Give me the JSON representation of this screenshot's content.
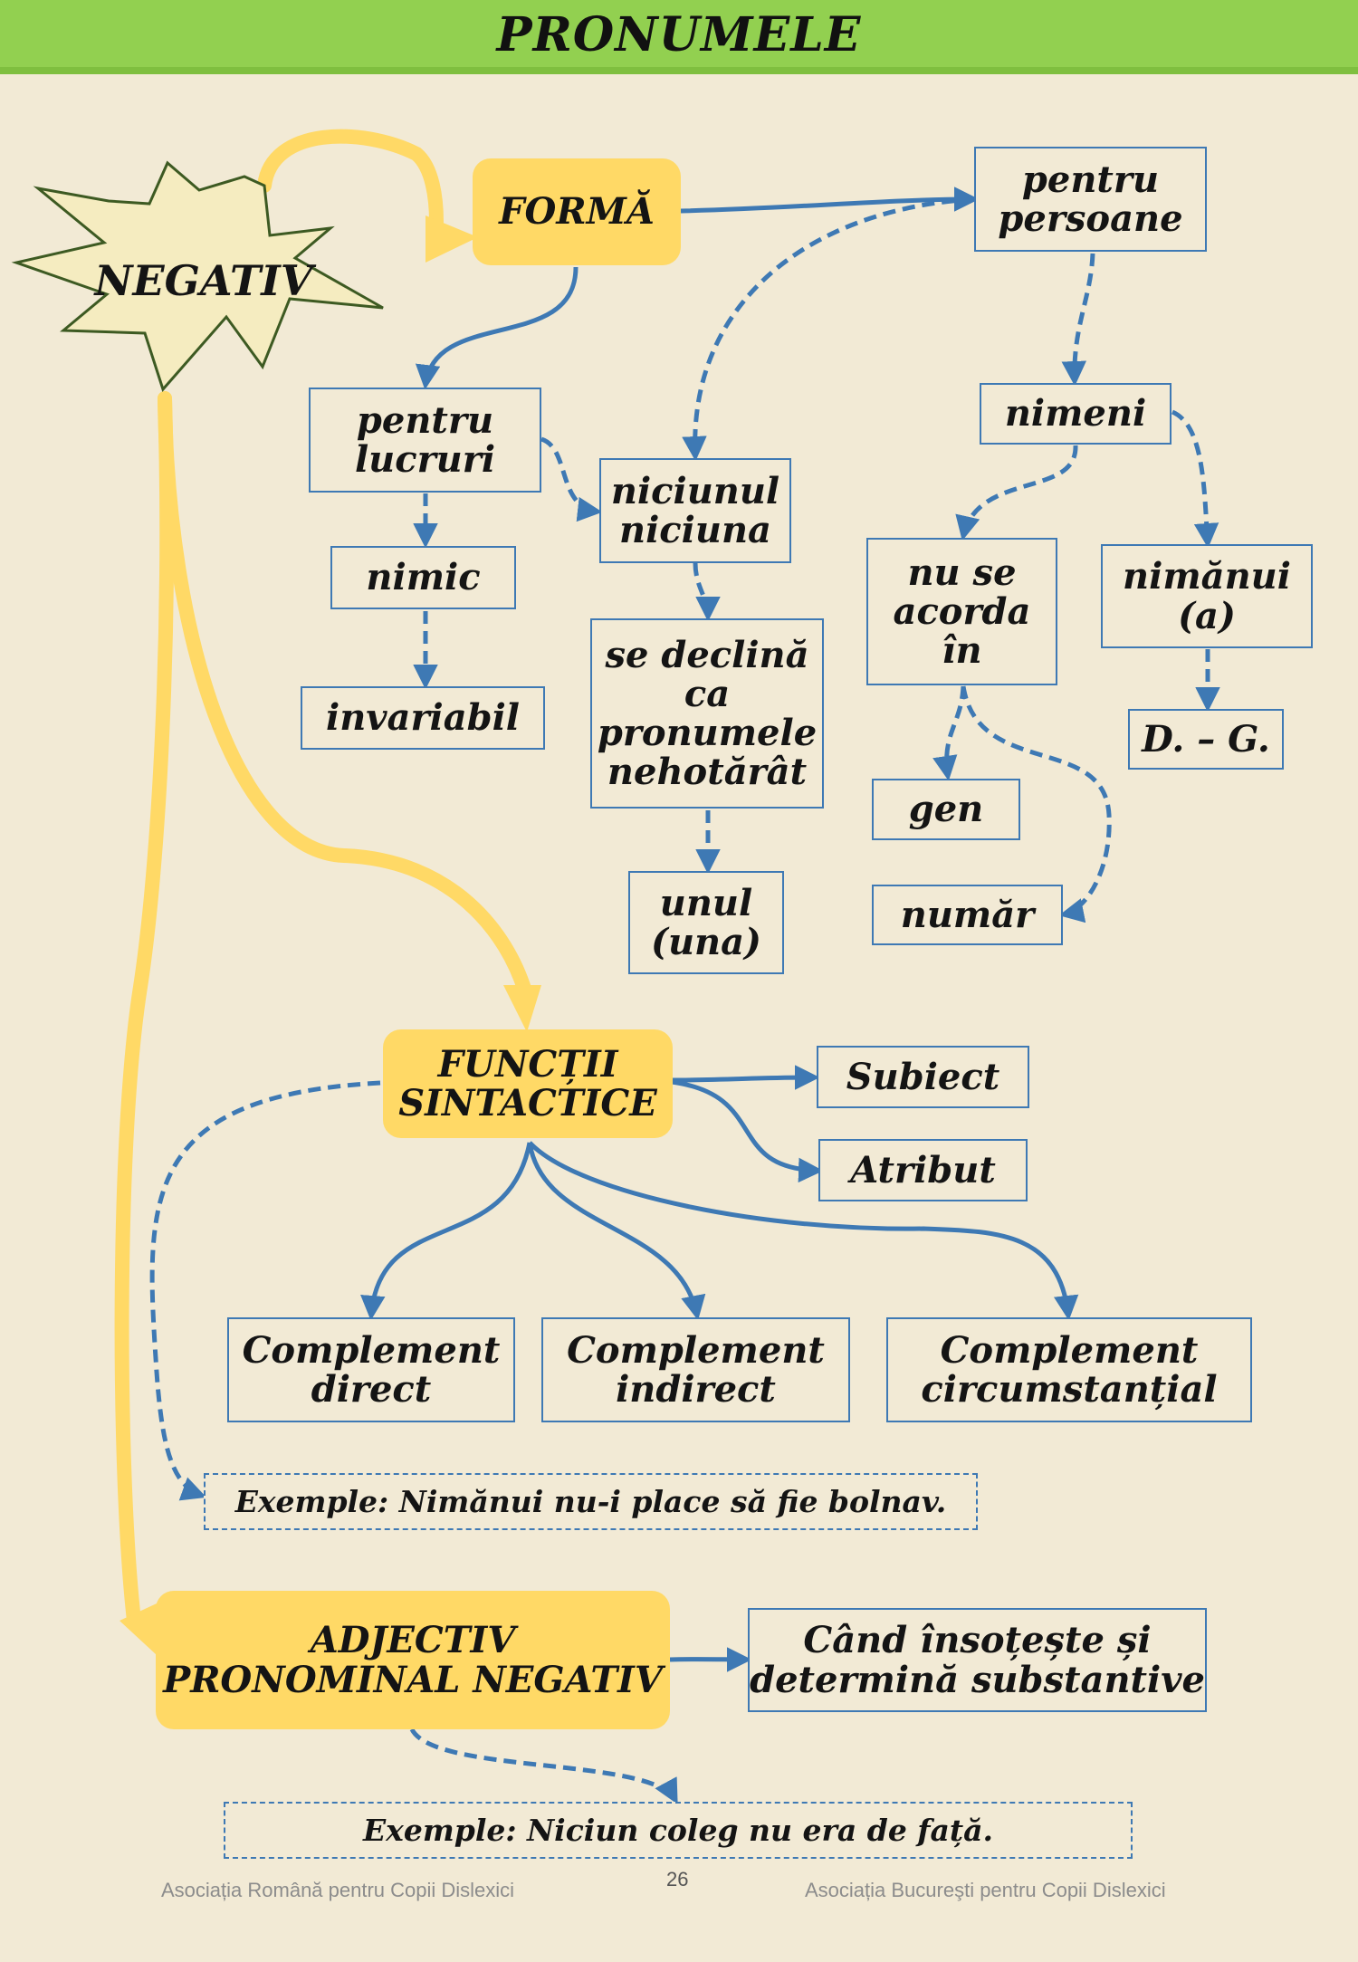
{
  "title": "PRONUMELE",
  "center": "NEGATIV",
  "nodes": {
    "forma": "FORMĂ",
    "pentru_persoane": "pentru persoane",
    "pentru_lucruri": "pentru lucruri",
    "niciunul": "niciunul niciuna",
    "nimeni": "nimeni",
    "nimic": "nimic",
    "invariabil": "invariabil",
    "se_declina": "se declină ca pronumele nehotărât",
    "unul": "unul (una)",
    "nu_se_acorda": "nu se acorda în",
    "nimanui": "nimănui (a)",
    "dg": "D. – G.",
    "gen": "gen",
    "numar": "număr",
    "functii": "FUNCȚII SINTACTICE",
    "subiect": "Subiect",
    "atribut": "Atribut",
    "compl_direct": "Complement direct",
    "compl_indirect": "Complement indirect",
    "compl_circ": "Complement circumstanțial",
    "exemplu1": "Exemple:  Nimănui nu-i place să fie bolnav.",
    "adjectiv": "ADJECTIV PRONOMINAL NEGATIV",
    "cand": "Când însoțește și determină substantive",
    "exemplu2": "Exemple:  Niciun coleg nu era de față."
  },
  "footer": {
    "left": "Asociația Română pentru Copii Dislexici",
    "page": "26",
    "right": "Asociația Bucureşti pentru Copii Dislexici"
  },
  "colors": {
    "header": "#92d050",
    "background": "#f2ead5",
    "blue": "#3e79b4",
    "yellow": "#ffd966",
    "star_fill": "#f5ecc0",
    "star_stroke": "#3d5a22"
  }
}
